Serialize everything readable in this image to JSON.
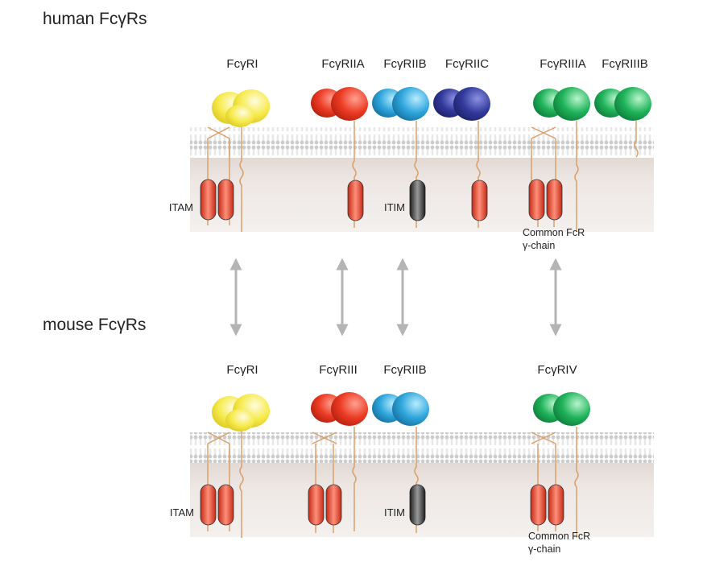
{
  "human": {
    "title": "human FcγRs",
    "receptors": [
      {
        "name": "FcγRI",
        "color": "yellow",
        "chains": "alpha + common FcR γ-chain",
        "signal": "ITAM"
      },
      {
        "name": "FcγRIIA",
        "color": "red",
        "signal": "ITAM"
      },
      {
        "name": "FcγRIIB",
        "color": "light-blue",
        "signal": "ITIM"
      },
      {
        "name": "FcγRIIC",
        "color": "dark-blue",
        "signal": "ITAM"
      },
      {
        "name": "FcγRIIIA",
        "color": "green",
        "chains": "alpha + common FcR γ-chain",
        "signal": "ITAM"
      },
      {
        "name": "FcγRIIIB",
        "color": "green",
        "signal": ""
      }
    ],
    "labels": {
      "itam": "ITAM",
      "itim": "ITIM",
      "common_line1": "Common FcR",
      "common_line2": "γ-chain"
    }
  },
  "mouse": {
    "title": "mouse FcγRs",
    "receptors": [
      {
        "name": "FcγRI",
        "color": "yellow",
        "chains": "alpha + common FcR γ-chain",
        "signal": "ITAM"
      },
      {
        "name": "FcγRIII",
        "color": "red",
        "chains": "alpha + common FcR γ-chain",
        "signal": "ITAM"
      },
      {
        "name": "FcγRIIB",
        "color": "light-blue",
        "signal": "ITIM"
      },
      {
        "name": "FcγRIV",
        "color": "green",
        "chains": "alpha + common FcR γ-chain",
        "signal": "ITAM"
      }
    ],
    "labels": {
      "itam": "ITAM",
      "itim": "ITIM",
      "common_line1": "Common FcR",
      "common_line2": "γ-chain"
    }
  },
  "orthologs": [
    {
      "human": "FcγRI",
      "mouse": "FcγRI"
    },
    {
      "human": "FcγRIIA",
      "mouse": "FcγRIII"
    },
    {
      "human": "FcγRIIB",
      "mouse": "FcγRIIB"
    },
    {
      "human": "FcγRIIIA",
      "mouse": "FcγRIV"
    }
  ],
  "colors": {
    "yellow": "#f2e23a",
    "red": "#e8402a",
    "light-blue": "#2fa6dc",
    "dark-blue": "#2e3592",
    "green": "#1fab57",
    "itim-black": "#444444",
    "tether": "#d9a06b",
    "membrane": "#d6d6d6",
    "cytoplasm": "#ece5e1",
    "arrow": "#b4b4b4"
  }
}
